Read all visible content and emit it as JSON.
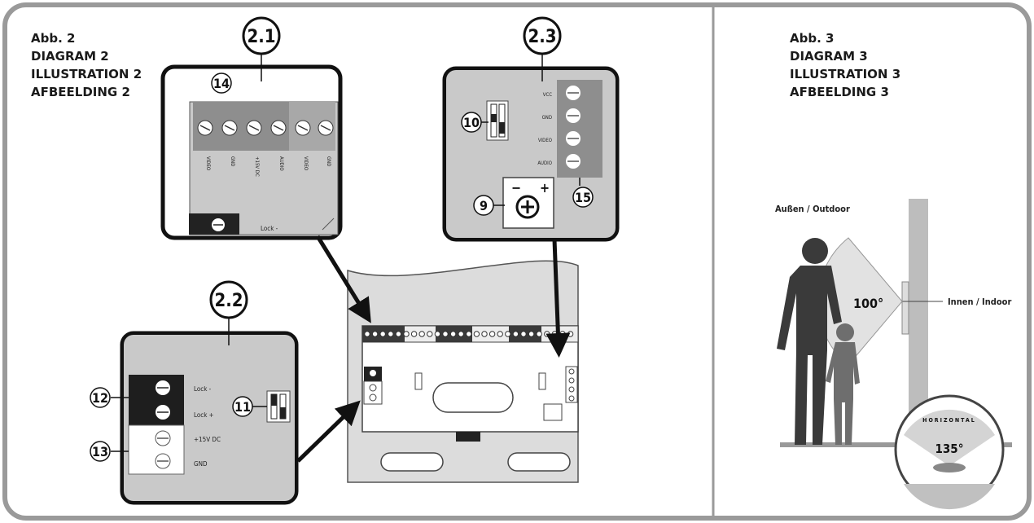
{
  "diagram2": {
    "caption_lines": [
      "Abb. 2",
      "DIAGRAM 2",
      "ILLUSTRATION 2",
      "AFBEELDING 2"
    ],
    "callout_21": "2.1",
    "callout_22": "2.2",
    "callout_23": "2.3",
    "marker_9": "9",
    "marker_10": "10",
    "marker_11": "11",
    "marker_12": "12",
    "marker_13": "13",
    "marker_14": "14",
    "marker_15": "15",
    "terminals_21": [
      "VIDEO",
      "GND",
      "+15V DC",
      "AUDIO",
      "VIDEO",
      "GND"
    ],
    "lock_minus": "Lock -",
    "lock_plus": "Lock +",
    "dc15": "+15V DC",
    "gnd": "GND",
    "terminals_23": [
      "VCC",
      "GND",
      "VIDEO",
      "AUDIO"
    ],
    "minus_sign": "−",
    "plus_sign": "+"
  },
  "diagram3": {
    "caption_lines": [
      "Abb. 3",
      "DIAGRAM 3",
      "ILLUSTRATION 3",
      "AFBEELDING 3"
    ],
    "outdoor_label": "Außen / Outdoor",
    "indoor_label": "Innen / Indoor",
    "vertical_angle": "100°",
    "horizontal_title": "HORIZONTAL",
    "horizontal_angle": "135°"
  },
  "colors": {
    "frame": "#9a9a9a",
    "panel_gray": "#c9c9c9",
    "terminal_dark": "#1e1e1e",
    "silhouette": "#3a3a3a"
  }
}
